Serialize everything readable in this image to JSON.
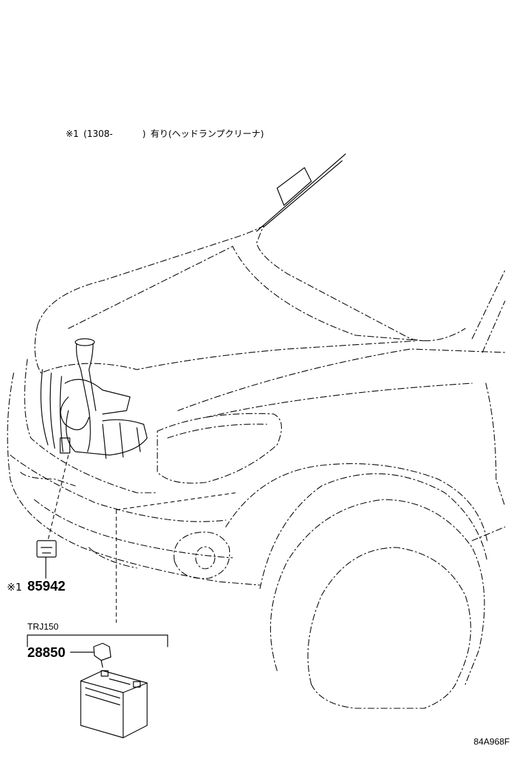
{
  "note": {
    "prefix": "※1",
    "range_open": "(1308-",
    "range_close": ")",
    "description": "有り(ヘッドランプクリーナ)"
  },
  "parts": [
    {
      "mark": "※1",
      "number": "85942"
    },
    {
      "mark": "",
      "number": "28850"
    }
  ],
  "model_label": "TRJ150",
  "diagram_code": "84A968F"
}
